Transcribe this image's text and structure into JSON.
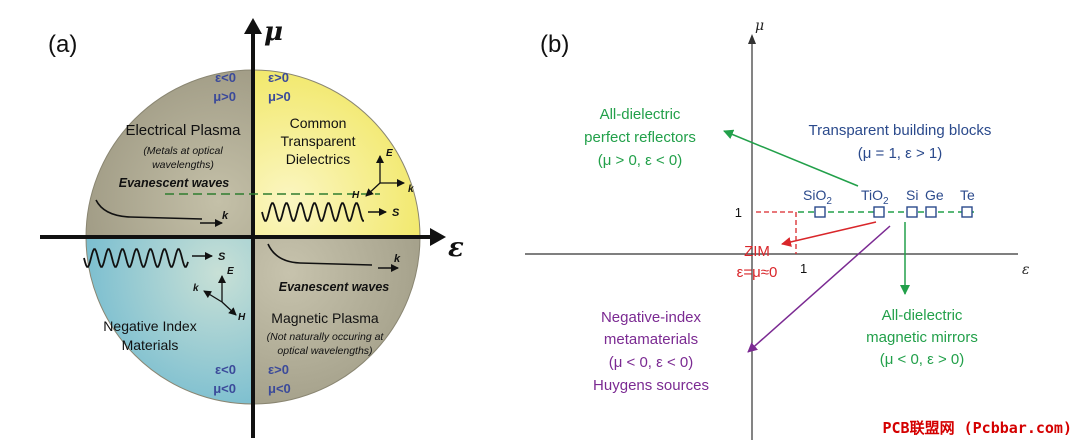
{
  "colors": {
    "axis": "#111111",
    "blue_text": "#3b4a9a",
    "green": "#22a04a",
    "red": "#d9262a",
    "purple": "#7b2a92",
    "dark_blue": "#2b4a8c",
    "tl_quad": "#a9a489",
    "tr_quad": "#f3ec6c",
    "bl_quad": "#86c6d2",
    "br_quad": "#aaa690",
    "watermark": "#d40000"
  },
  "panel_a": {
    "label": "(a)",
    "mu_axis": "μ",
    "eps_axis": "ε",
    "q1": {
      "sign_eps": "ε>0",
      "sign_mu": "μ>0",
      "title_lines": [
        "Common",
        "Transparent",
        "Dielectrics"
      ],
      "wave_label": "S",
      "triad": {
        "e": "E",
        "k": "k",
        "h": "H"
      }
    },
    "q2": {
      "sign_eps": "ε<0",
      "sign_mu": "μ>0",
      "title": "Electrical Plasma",
      "note_lines": [
        "(Metals at optical",
        "wavelengths)"
      ],
      "evanescent": "Evanescent waves",
      "k_label": "k"
    },
    "q3": {
      "sign_eps": "ε<0",
      "sign_mu": "μ<0",
      "title_lines": [
        "Negative Index",
        "Materials"
      ],
      "wave_label": "S",
      "triad": {
        "e": "E",
        "k": "k",
        "h": "H"
      }
    },
    "q4": {
      "sign_eps": "ε>0",
      "sign_mu": "μ<0",
      "title": "Magnetic Plasma",
      "note_lines": [
        "(Not naturally occuring at",
        "optical wavelengths)"
      ],
      "evanescent": "Evanescent waves",
      "k_label": "k"
    }
  },
  "panel_b": {
    "label": "(b)",
    "mu_axis": "μ",
    "eps_axis": "ε",
    "tick_one_y": "1",
    "tick_one_x": "1",
    "materials": [
      "SiO",
      "TiO",
      "Si",
      "Ge",
      "Te"
    ],
    "subscript_2": "2",
    "transparent_lines": [
      "Transparent building blocks",
      "(μ = 1, ε > 1)"
    ],
    "reflectors_lines": [
      "All-dielectric",
      "perfect reflectors",
      "(μ > 0, ε < 0)"
    ],
    "zim_lines": [
      "ZIM",
      "ε=μ≈0"
    ],
    "mirrors_lines": [
      "All-dielectric",
      "magnetic mirrors",
      "(μ < 0, ε > 0)"
    ],
    "negative_lines": [
      "Negative-index",
      "metamaterials",
      "(μ < 0, ε < 0)",
      "Huygens sources"
    ]
  },
  "watermark": "PCB联盟网 (Pcbbar.com)"
}
